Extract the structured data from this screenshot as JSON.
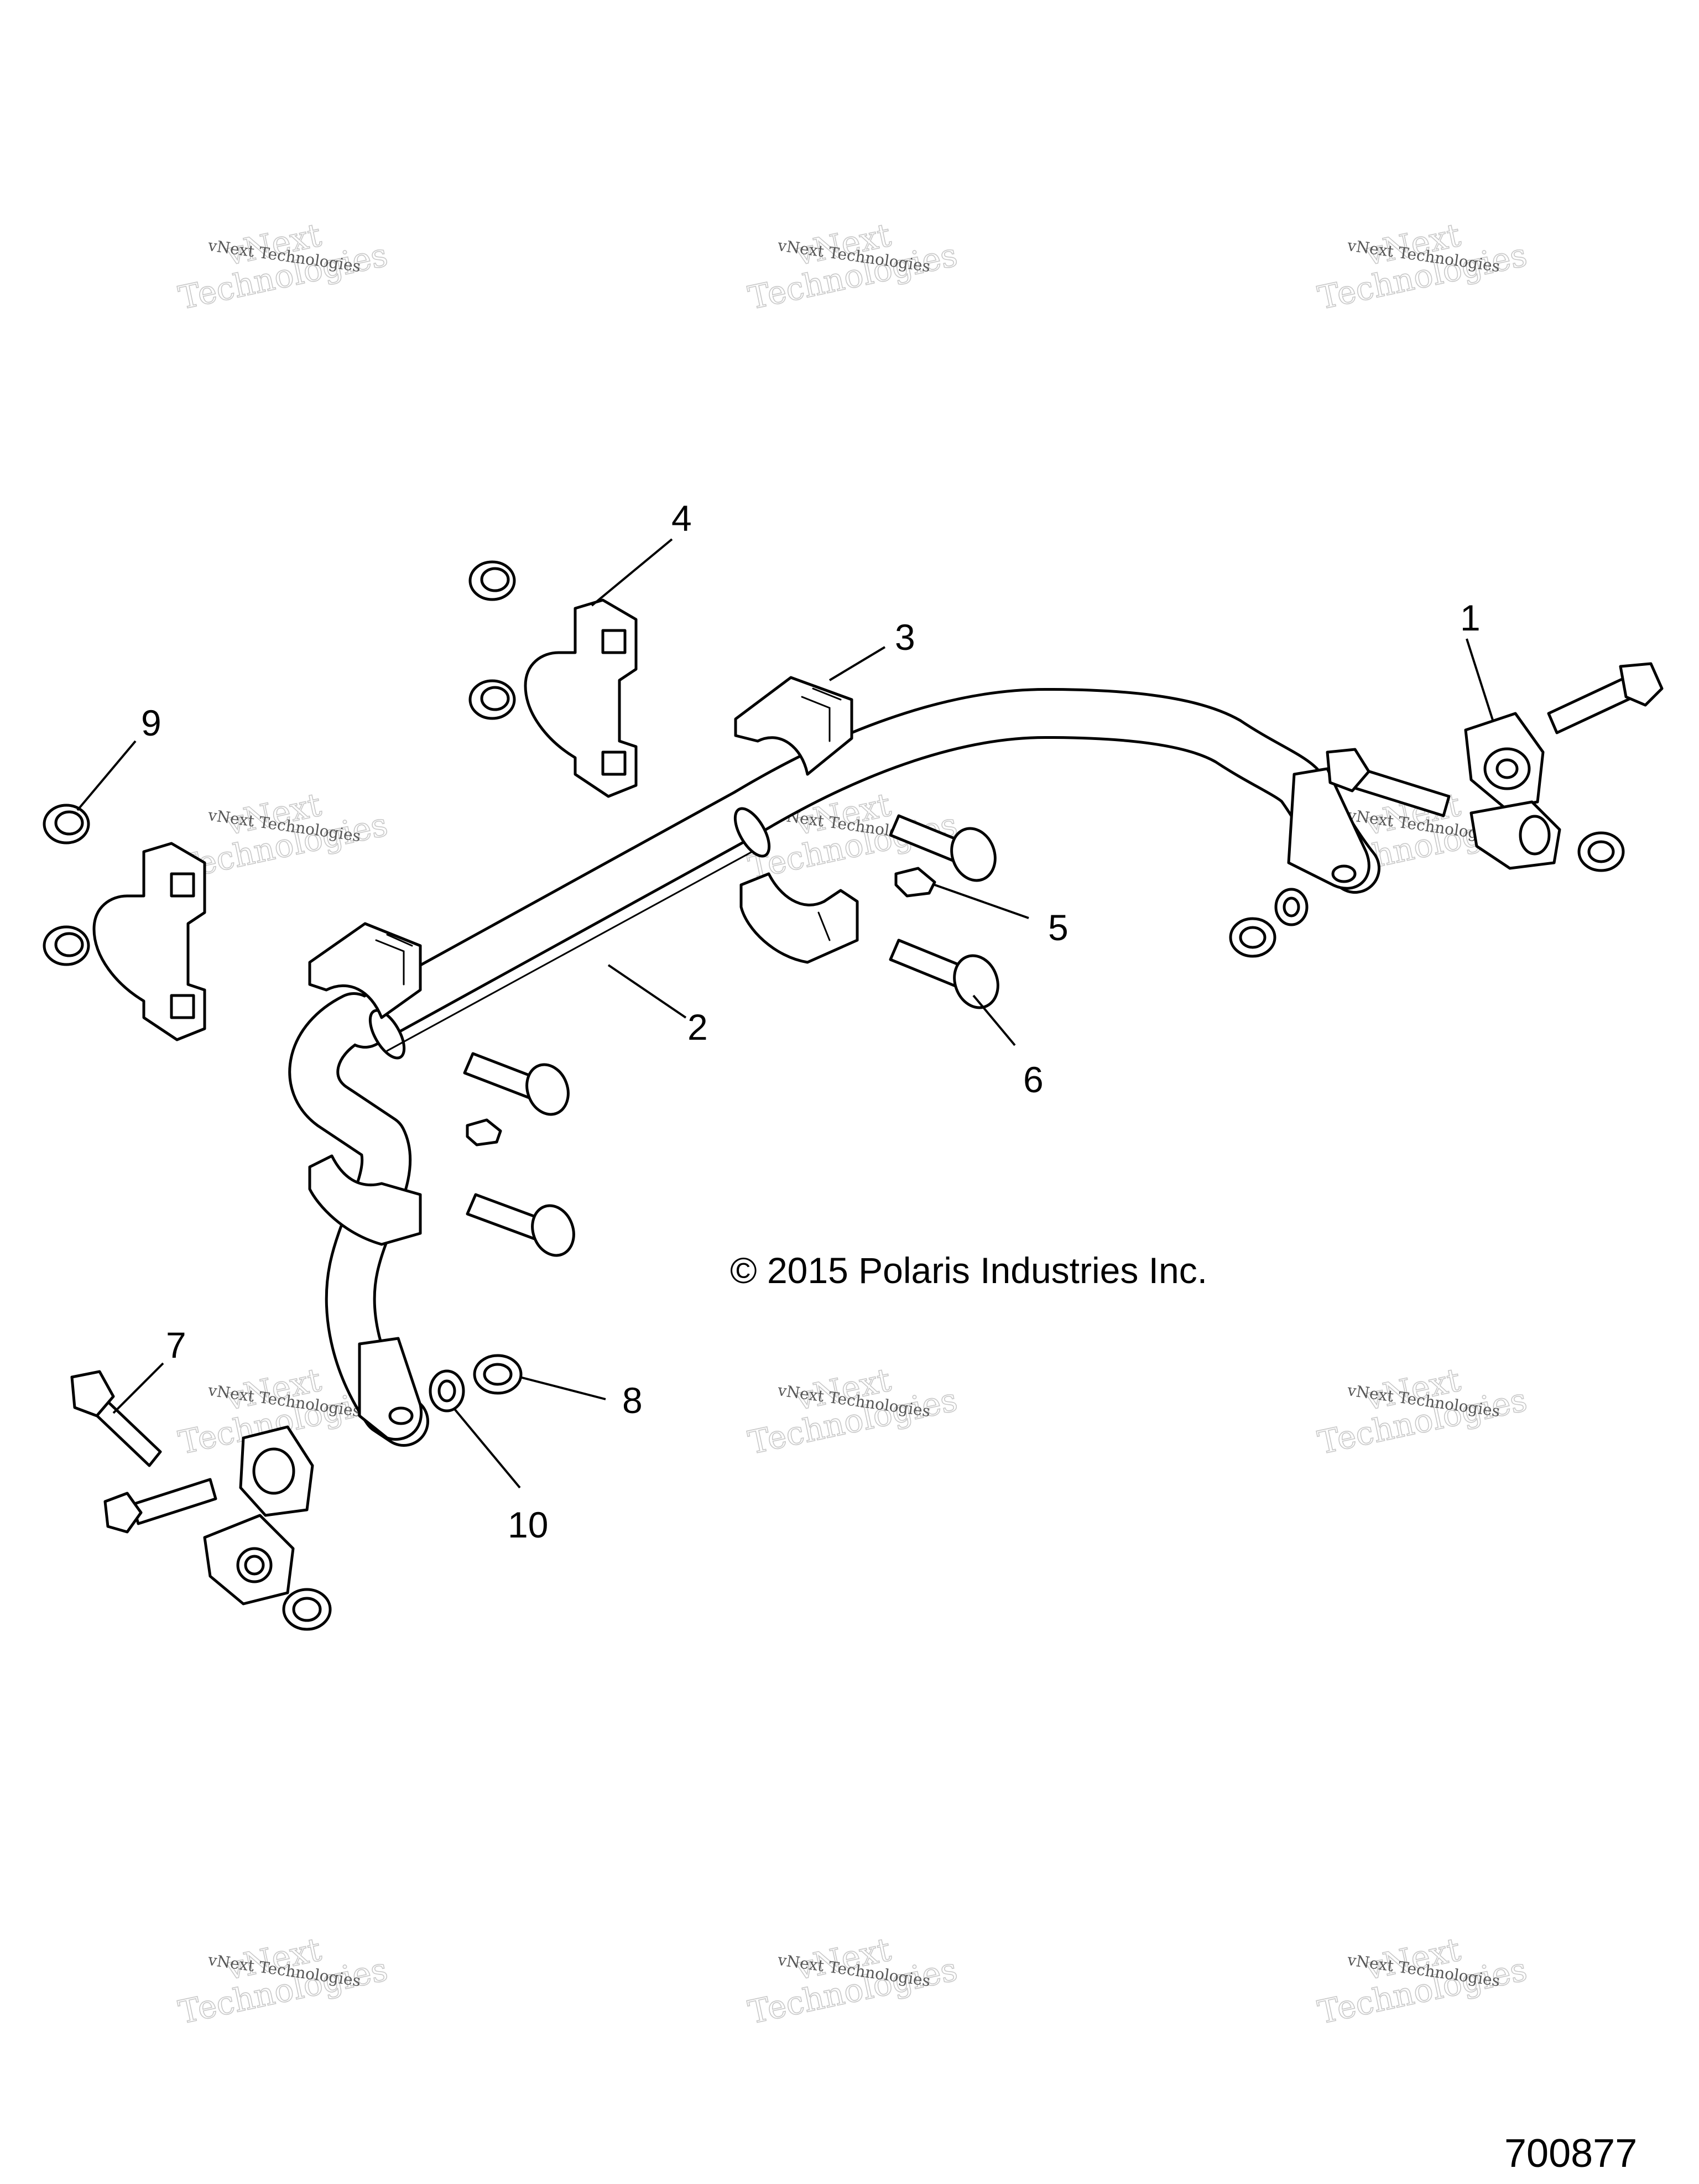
{
  "callouts": [
    {
      "id": "1",
      "label": "1"
    },
    {
      "id": "2",
      "label": "2"
    },
    {
      "id": "3",
      "label": "3"
    },
    {
      "id": "4",
      "label": "4"
    },
    {
      "id": "5",
      "label": "5"
    },
    {
      "id": "6",
      "label": "6"
    },
    {
      "id": "7",
      "label": "7"
    },
    {
      "id": "8",
      "label": "8"
    },
    {
      "id": "9",
      "label": "9"
    },
    {
      "id": "10",
      "label": "10"
    }
  ],
  "copyright": "© 2015 Polaris Industries Inc.",
  "figure_number": "700877",
  "watermark": {
    "brand_text": "vNext Technologies",
    "large_line_1": "vNext",
    "large_line_2": "Technologies"
  }
}
